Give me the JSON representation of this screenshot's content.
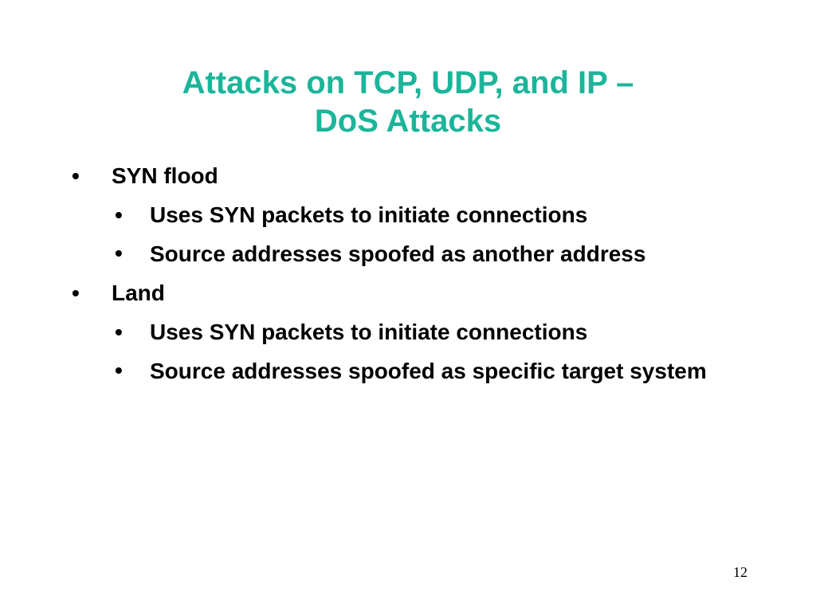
{
  "slide": {
    "title_line1": "Attacks on TCP, UDP, and IP –",
    "title_line2": "DoS Attacks",
    "title_color": "#1bb59a",
    "bullet_glyph": "•",
    "sections": [
      {
        "label": "SYN flood",
        "items": [
          "Uses SYN packets to initiate connections",
          "Source addresses spoofed as another address"
        ]
      },
      {
        "label": "Land",
        "items": [
          "Uses SYN packets to initiate connections",
          "Source addresses spoofed as specific target system"
        ]
      }
    ],
    "page_number": "12"
  }
}
